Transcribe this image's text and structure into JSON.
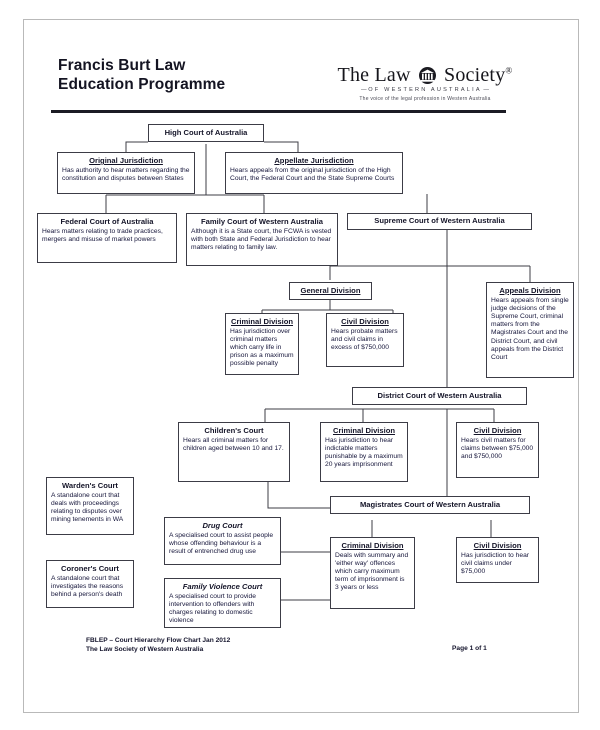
{
  "header": {
    "title_line1": "Francis Burt Law",
    "title_line2": "Education Programme",
    "logo": {
      "the": "The",
      "law": "Law",
      "society": "Society",
      "registered": "®",
      "subtitle": "OF WESTERN AUSTRALIA",
      "tagline": "The voice of the legal profession in Western Australia"
    }
  },
  "footer": {
    "left_line1": "FBLEP – Court Hierarchy Flow Chart Jan 2012",
    "left_line2": "The Law Society of Western Australia",
    "right": "Page 1 of 1"
  },
  "chart_data": {
    "type": "diagram",
    "title": "Court Hierarchy Flow Chart",
    "nodes": [
      {
        "id": "high-court",
        "title": "High Court of Australia",
        "body": "",
        "style": "plain"
      },
      {
        "id": "original-jurisdiction",
        "title": "Original Jurisdiction",
        "body": "Has authority to hear matters regarding the constitution and disputes between States",
        "style": "underlined"
      },
      {
        "id": "appellate-jurisdiction",
        "title": "Appellate Jurisdiction",
        "body": "Hears appeals from the original jurisdiction of the High Court, the Federal Court and the State Supreme Courts",
        "style": "underlined"
      },
      {
        "id": "federal-court",
        "title": "Federal Court of Australia",
        "body": "Hears matters relating to trade practices, mergers and misuse of market powers",
        "style": "bold"
      },
      {
        "id": "family-court-wa",
        "title": "Family Court of Western Australia",
        "body": "Although it is a State court, the FCWA is vested with both State and Federal Jurisdiction to hear matters relating to family law.",
        "style": "bold"
      },
      {
        "id": "supreme-court-wa",
        "title": "Supreme Court of Western Australia",
        "body": "",
        "style": "plain"
      },
      {
        "id": "general-division",
        "title": "General Division",
        "body": "",
        "style": "underlined-plain"
      },
      {
        "id": "sc-criminal-division",
        "title": "Criminal Division",
        "body": "Has jurisdiction over criminal matters which carry life in prison as a maximum possible penalty",
        "style": "underlined"
      },
      {
        "id": "sc-civil-division",
        "title": "Civil Division",
        "body": "Hears probate matters and civil claims in excess of $750,000",
        "style": "underlined"
      },
      {
        "id": "appeals-division",
        "title": "Appeals Division",
        "body": "Hears appeals from single judge decisions of the Supreme Court, criminal matters from the Magistrates Court and the District Court, and civil appeals from the District Court",
        "style": "underlined"
      },
      {
        "id": "district-court-wa",
        "title": "District Court of Western Australia",
        "body": "",
        "style": "plain"
      },
      {
        "id": "childrens-court",
        "title": "Children's Court",
        "body": "Hears all criminal matters for children aged between 10 and 17.",
        "style": "bold"
      },
      {
        "id": "dc-criminal-division",
        "title": "Criminal Division",
        "body": "Has jurisdiction to hear indictable matters punishable by a maximum 20 years imprisonment",
        "style": "underlined"
      },
      {
        "id": "dc-civil-division",
        "title": "Civil Division",
        "body": "Hears civil matters for claims between $75,000 and $750,000",
        "style": "underlined"
      },
      {
        "id": "magistrates-court-wa",
        "title": "Magistrates Court of Western Australia",
        "body": "",
        "style": "plain"
      },
      {
        "id": "mc-criminal-division",
        "title": "Criminal Division",
        "body": "Deals with summary and 'either way' offences which carry maximum term of imprisonment is 3 years or less",
        "style": "underlined"
      },
      {
        "id": "mc-civil-division",
        "title": "Civil Division",
        "body": "Has jurisdiction to hear civil claims under $75,000",
        "style": "underlined"
      },
      {
        "id": "wardens-court",
        "title": "Warden's Court",
        "body": "A standalone court that deals with proceedings relating to disputes over mining tenements in WA",
        "style": "bold"
      },
      {
        "id": "coroners-court",
        "title": "Coroner's Court",
        "body": "A standalone court that investigates the reasons behind a person's death",
        "style": "bold"
      },
      {
        "id": "drug-court",
        "title": "Drug Court",
        "body": "A specialised court to assist people whose offending behaviour is a result of entrenched drug use",
        "style": "italic"
      },
      {
        "id": "family-violence-court",
        "title": "Family Violence Court",
        "body": "A specialised court to provide intervention to offenders with charges relating to domestic violence",
        "style": "italic"
      }
    ],
    "edges": [
      {
        "from": "high-court",
        "to": "original-jurisdiction"
      },
      {
        "from": "high-court",
        "to": "appellate-jurisdiction"
      },
      {
        "from": "high-court",
        "to": "federal-court"
      },
      {
        "from": "high-court",
        "to": "family-court-wa"
      },
      {
        "from": "appellate-jurisdiction",
        "to": "supreme-court-wa"
      },
      {
        "from": "supreme-court-wa",
        "to": "general-division"
      },
      {
        "from": "supreme-court-wa",
        "to": "appeals-division"
      },
      {
        "from": "supreme-court-wa",
        "to": "district-court-wa"
      },
      {
        "from": "general-division",
        "to": "sc-criminal-division"
      },
      {
        "from": "general-division",
        "to": "sc-civil-division"
      },
      {
        "from": "district-court-wa",
        "to": "childrens-court"
      },
      {
        "from": "district-court-wa",
        "to": "dc-criminal-division"
      },
      {
        "from": "district-court-wa",
        "to": "dc-civil-division"
      },
      {
        "from": "district-court-wa",
        "to": "magistrates-court-wa"
      },
      {
        "from": "childrens-court",
        "to": "magistrates-court-wa"
      },
      {
        "from": "magistrates-court-wa",
        "to": "mc-criminal-division"
      },
      {
        "from": "magistrates-court-wa",
        "to": "mc-civil-division"
      },
      {
        "from": "drug-court",
        "to": "mc-criminal-division"
      },
      {
        "from": "family-violence-court",
        "to": "mc-criminal-division"
      }
    ]
  }
}
